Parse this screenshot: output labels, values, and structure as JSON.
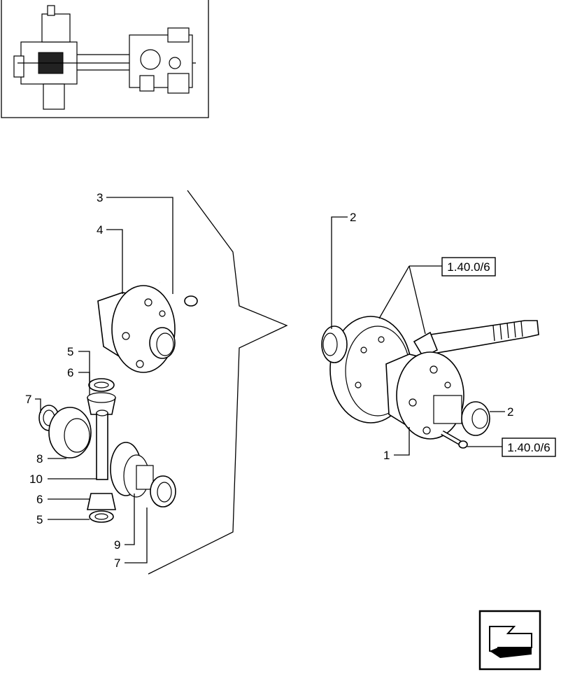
{
  "callouts": {
    "c3": "3",
    "c4": "4",
    "c5a": "5",
    "c6a": "6",
    "c7a": "7",
    "c8": "8",
    "c10": "10",
    "c6b": "6",
    "c5b": "5",
    "c9": "9",
    "c7b": "7",
    "c2a": "2",
    "c2b": "2",
    "c1": "1"
  },
  "refs": {
    "upper": "1.40.0/6",
    "lower": "1.40.0/6"
  },
  "icons": {
    "nav": "next-page-arrow-icon"
  }
}
